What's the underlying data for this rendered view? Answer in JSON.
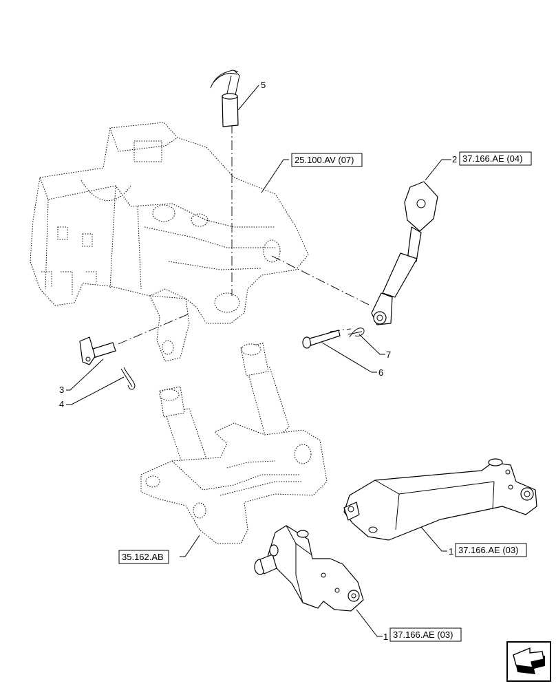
{
  "callouts": {
    "c1a": "1",
    "c1b": "1",
    "c2": "2",
    "c3": "3",
    "c4": "4",
    "c5": "5",
    "c6": "6",
    "c7": "7"
  },
  "references": {
    "frame": "25.100.AV (07)",
    "top_link": "37.166.AE (04)",
    "hitch_arm": "37.166.AE (03)",
    "hitch_hook": "37.166.AE (03)",
    "lift_assembly": "35.162.AB"
  },
  "icons": {
    "navigation": "next-page-arrow-icon"
  }
}
